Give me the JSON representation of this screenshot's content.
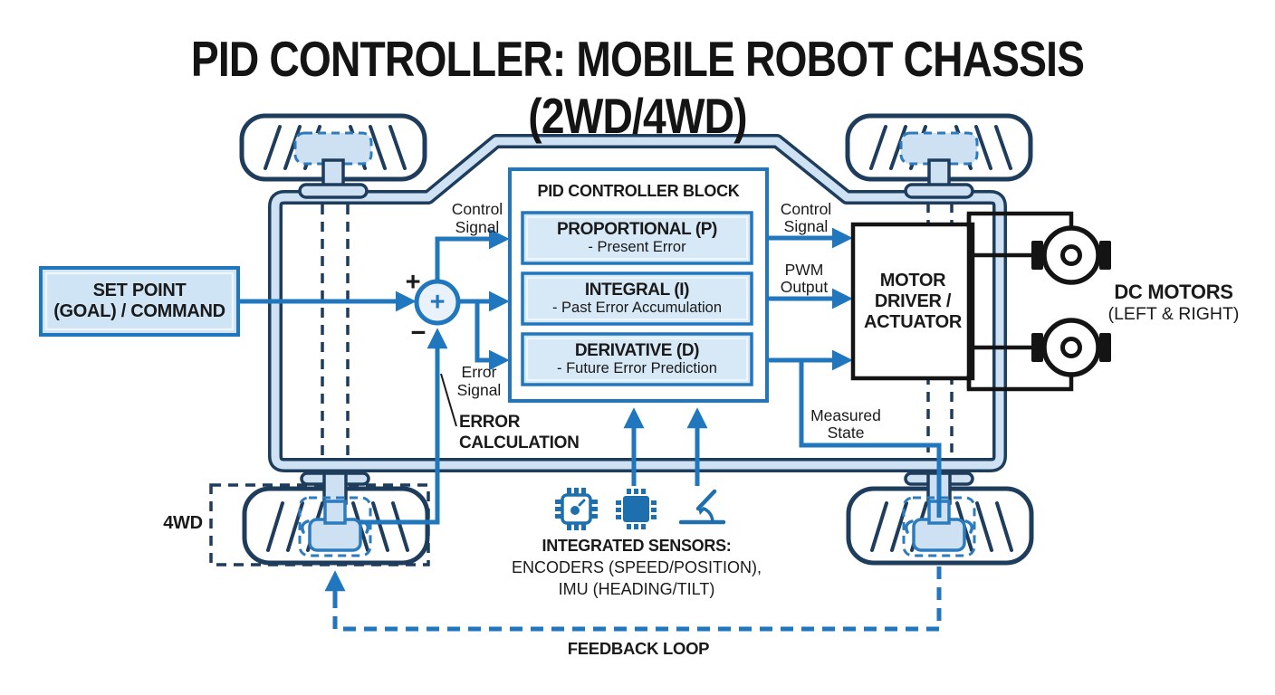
{
  "title": "PID CONTROLLER: MOBILE ROBOT CHASSIS (2WD/4WD)",
  "set_point": {
    "line1": "SET POINT",
    "line2": "(GOAL) / COMMAND"
  },
  "summing_junction": {
    "inner": "+",
    "plus": "+",
    "minus": "−"
  },
  "pid_block": {
    "title": "PID CONTROLLER BLOCK",
    "blocks": [
      {
        "name": "PROPORTIONAL (P)",
        "desc": "- Present Error"
      },
      {
        "name": "INTEGRAL (I)",
        "desc": "- Past Error Accumulation"
      },
      {
        "name": "DERIVATIVE (D)",
        "desc": "- Future Error Prediction"
      }
    ]
  },
  "labels": {
    "control_signal_left": {
      "line1": "Control",
      "line2": "Signal"
    },
    "control_signal_right": {
      "line1": "Control",
      "line2": "Signal"
    },
    "pwm_output": {
      "line1": "PWM",
      "line2": "Output"
    },
    "error_signal": {
      "line1": "Error",
      "line2": "Signal"
    },
    "error_calculation": {
      "line1": "ERROR",
      "line2": "CALCULATION"
    },
    "measured_state": {
      "line1": "Measured",
      "line2": "State"
    },
    "four_wd": "4WD",
    "feedback_loop": "FEEDBACK LOOP"
  },
  "motor_driver": {
    "line1": "MOTOR",
    "line2": "DRIVER /",
    "line3": "ACTUATOR"
  },
  "dc_motors": {
    "line1": "DC MOTORS",
    "line2": "(LEFT & RIGHT)"
  },
  "sensors": {
    "heading": "INTEGRATED SENSORS:",
    "line2": "ENCODERS (SPEED/POSITION),",
    "line3": "IMU (HEADING/TILT)"
  },
  "colors": {
    "accent_blue": "#2177bd",
    "outline_navy": "#1e3c5b",
    "panel_fill": "#d7e8f7",
    "band_fill": "#cfe2f3",
    "motor_black": "#141414",
    "background": "#ffffff"
  }
}
